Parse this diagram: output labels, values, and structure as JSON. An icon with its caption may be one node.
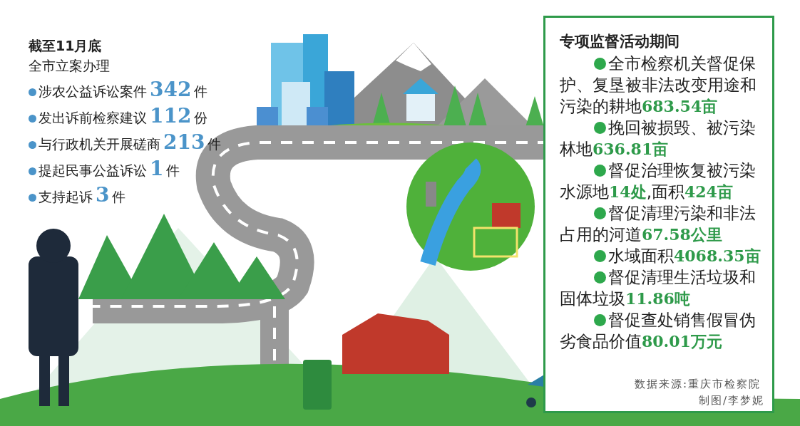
{
  "diagram": {
    "labels": [
      "截至11月底",
      "全市立案办理",
      "涉农公益诉讼案件**342**件",
      "发出诉前检察建议**112**份",
      "与行政机关开展磋商**213**件",
      "提起民事公益诉讼**1**件",
      "支持起诉**3**件",
      "专项监督活动期间",
      "全市检察机关督促保护、复垦被非法改变用途和污染的耕地**683.54亩**",
      "挽回被损毁、被污染林地**636.81亩**",
      "督促治理恢复被污染水源地**14处**,面积**424亩**",
      "督促清理污染和非法占用的河道**67.58公里**",
      "水域面积**4068.35亩**",
      "督促清理生活垃圾和固体垃圾**11.86吨**",
      "督促查处销售假冒伪劣食品价值**80.01万元**",
      "数据来源:重庆市检察院",
      "制图/李梦妮"
    ]
  }
}
